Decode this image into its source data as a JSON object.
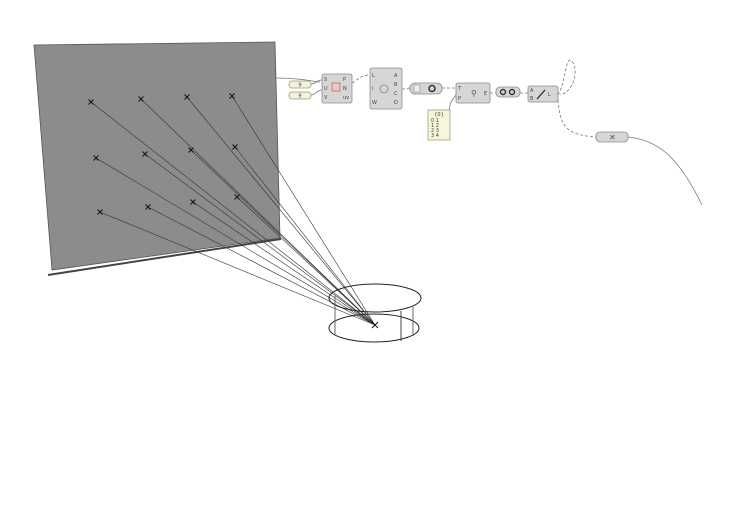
{
  "canvas": {
    "surface_color": "#8c8c8c",
    "line_color": "#333333"
  },
  "components": {
    "slider_a": "9",
    "slider_b": "9",
    "surface_inputs": [
      "S",
      "U",
      "V"
    ],
    "surface_outputs": [
      "P",
      "N",
      "uv"
    ],
    "list_inputs": [
      "L",
      "i",
      "W"
    ],
    "list_outputs": [
      "A",
      "B",
      "C",
      "D"
    ],
    "tree_inputs": [
      "T",
      "P"
    ],
    "tree_output": "E",
    "line_inputs": [
      "A",
      "B"
    ],
    "line_output": "L",
    "panel": {
      "header": "{0}",
      "rows": [
        "0 1",
        "1 2",
        "2 3",
        "3 4"
      ]
    }
  }
}
